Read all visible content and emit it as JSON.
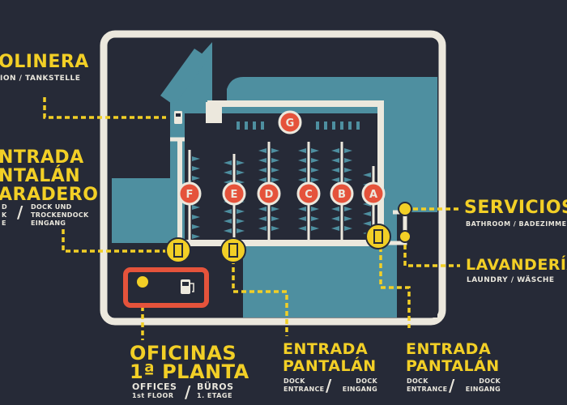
{
  "map": {
    "berths": [
      {
        "letter": "G"
      },
      {
        "letter": "F"
      },
      {
        "letter": "E"
      },
      {
        "letter": "D"
      },
      {
        "letter": "C"
      },
      {
        "letter": "B"
      },
      {
        "letter": "A"
      }
    ],
    "colors": {
      "background": "#262a37",
      "water": "#4e8fa0",
      "outline": "#ece8dd",
      "accent_yellow": "#f2cf26",
      "berth_red": "#e5533b"
    }
  },
  "labels": {
    "gasolinera": {
      "title": "OLINERA",
      "subtitle": "ION / TANKSTELLE"
    },
    "entrada_varadero": {
      "line1": "NTRADA",
      "line2": "NTALÁN",
      "line3": "ARADERO",
      "sub_left": "D\nK\nE",
      "sub_right": "DOCK UND\nTROCKENDOCK\nEINGANG"
    },
    "servicios": {
      "title": "SERVICIOS",
      "subtitle": "BATHROOM  /  BADEZIMMER"
    },
    "lavanderia": {
      "title": "LAVANDERÍA",
      "subtitle": "LAUNDRY  /  WÄSCHE"
    },
    "oficinas": {
      "line1": "OFICINAS",
      "line2": "1ª PLANTA",
      "en_main": "OFFICES",
      "en_sub": "1st FLOOR",
      "de_main": "BÜROS",
      "de_sub": "1. ETAGE"
    },
    "entrada1": {
      "line1": "ENTRADA",
      "line2": "PANTALÁN",
      "left": "DOCK\nENTRANCE",
      "right": "DOCK\nEINGANG"
    },
    "entrada2": {
      "line1": "ENTRADA",
      "line2": "PANTALÁN",
      "left": "DOCK\nENTRANCE",
      "right": "DOCK\nEINGANG"
    }
  }
}
